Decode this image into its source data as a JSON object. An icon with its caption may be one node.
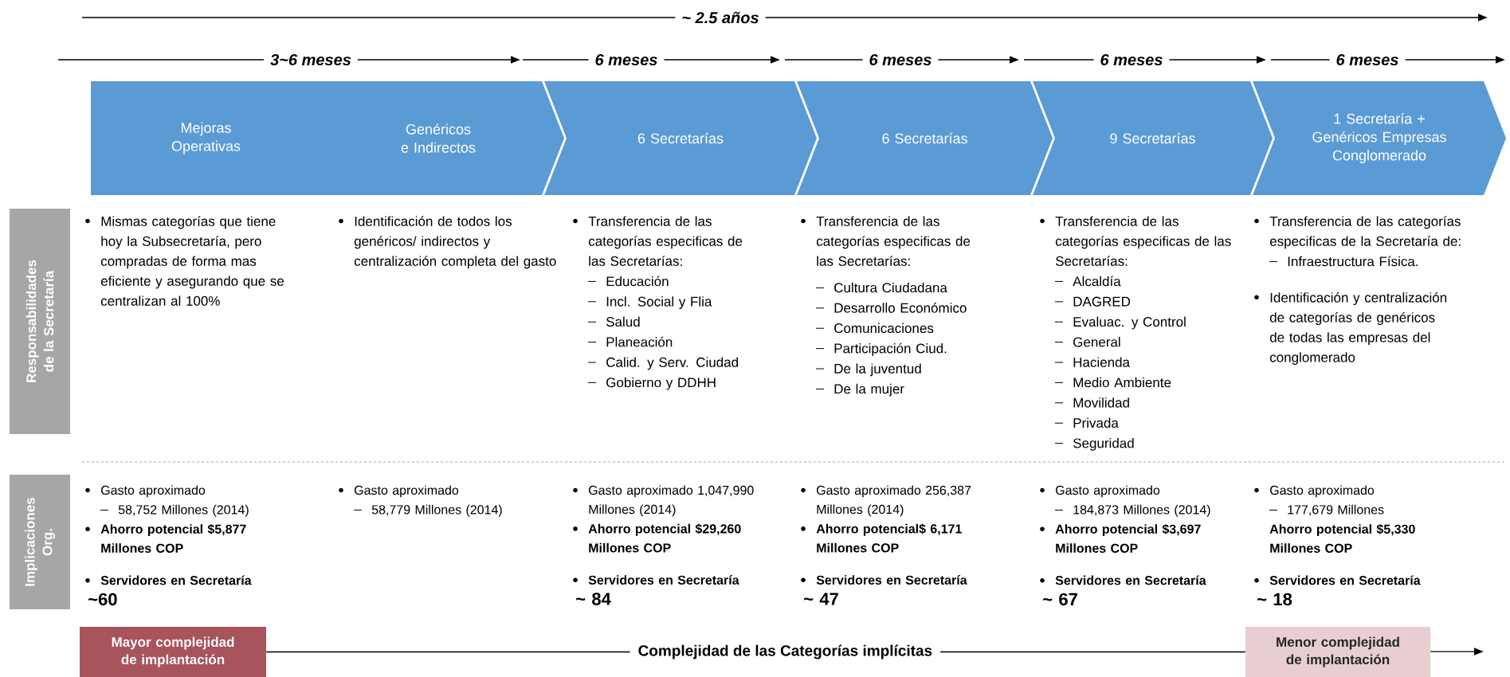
{
  "diagram": {
    "nodes": [
      {
        "text": [
          "Mejoras Operativas"
        ]
      },
      {
        "text": [
          "Genéricos e Indirectos"
        ]
      },
      {
        "text": [
          "6 Secretarías"
        ]
      },
      {
        "text": [
          "6 Secretarías"
        ]
      },
      {
        "text": [
          "9 Secretarías"
        ]
      },
      {
        "text": [
          "1 Secretaría + Genéricos Empresas Conglomerado"
        ]
      },
      {
        "text": [
          "Responsabilidades de la Secretaría"
        ]
      },
      {
        "text": [
          "Implicaciones Org."
        ]
      },
      {
        "text": [
          "Mayor complejidad de implantación"
        ]
      },
      {
        "text": [
          "Menor complejidad de implantación"
        ]
      }
    ],
    "edges": [
      {
        "from": 8,
        "to": 9,
        "arrow": "none",
        "label": "Complejidad de las Categorías implícitas"
      },
      {
        "from": 9,
        "to": null,
        "arrow": "to"
      }
    ],
    "labels": [
      "~ 2.5 años",
      "3~6 meses",
      "6 meses",
      "6 meses",
      "6 meses",
      "6 meses",
      "Mismas categorías que tiene hoy la Subsecretaría, pero compradas de forma mas eficiente y asegurando que se centralizan al 100%",
      "Identificación de todos los genéricos/ indirectos y centralización completa del gasto",
      "Transferencia de las categorías especificas de las Secretarías:",
      "Educación",
      "Incl. Social y Flia",
      "Salud",
      "Planeación",
      "Calid. y Serv. Ciudad",
      "Gobierno y DDHH",
      "Transferencia de las categorías especificas de las Secretarías:",
      "Cultura Ciudadana",
      "Desarrollo Económico",
      "Comunicaciones",
      "Participación Ciud.",
      "De la juventud",
      "De la mujer",
      "Transferencia de las categorías especificas de las Secretarías:",
      "Alcaldía",
      "DAGRED",
      "Evaluac. y Control",
      "General",
      "Hacienda",
      "Medio Ambiente",
      "Movilidad",
      "Privada",
      "Seguridad",
      "Transferencia de las categorías especificas de la Secretaría de:",
      "Infraestructura Física.",
      "Identificación y centralización de categorías de genéricos de todas las empresas del conglomerado",
      "Gasto aproximado",
      "58,752 Millones (2014)",
      "Ahorro potencial $5,877 Millones COP",
      "Servidores en Secretaría",
      "~60",
      "Gasto aproximado",
      "58,779 Millones (2014)",
      "Gasto aproximado 1,047,990 Millones (2014)",
      "Ahorro potencial $29,260 Millones COP",
      "Servidores en Secretaría",
      "~ 84",
      "Gasto aproximado 256,387 Millones (2014)",
      "Ahorro potencial$ 6,171 Millones COP",
      "Servidores en Secretaría",
      "~ 47",
      "Gasto aproximado",
      "184,873 Millones (2014)",
      "Ahorro potencial $3,697 Millones COP",
      "Servidores en Secretaría",
      "~ 67",
      "Gasto aproximado",
      "177,679 Millones",
      "Ahorro potencial $5,330 Millones COP",
      "Servidores en Secretaría",
      "~ 18"
    ]
  }
}
